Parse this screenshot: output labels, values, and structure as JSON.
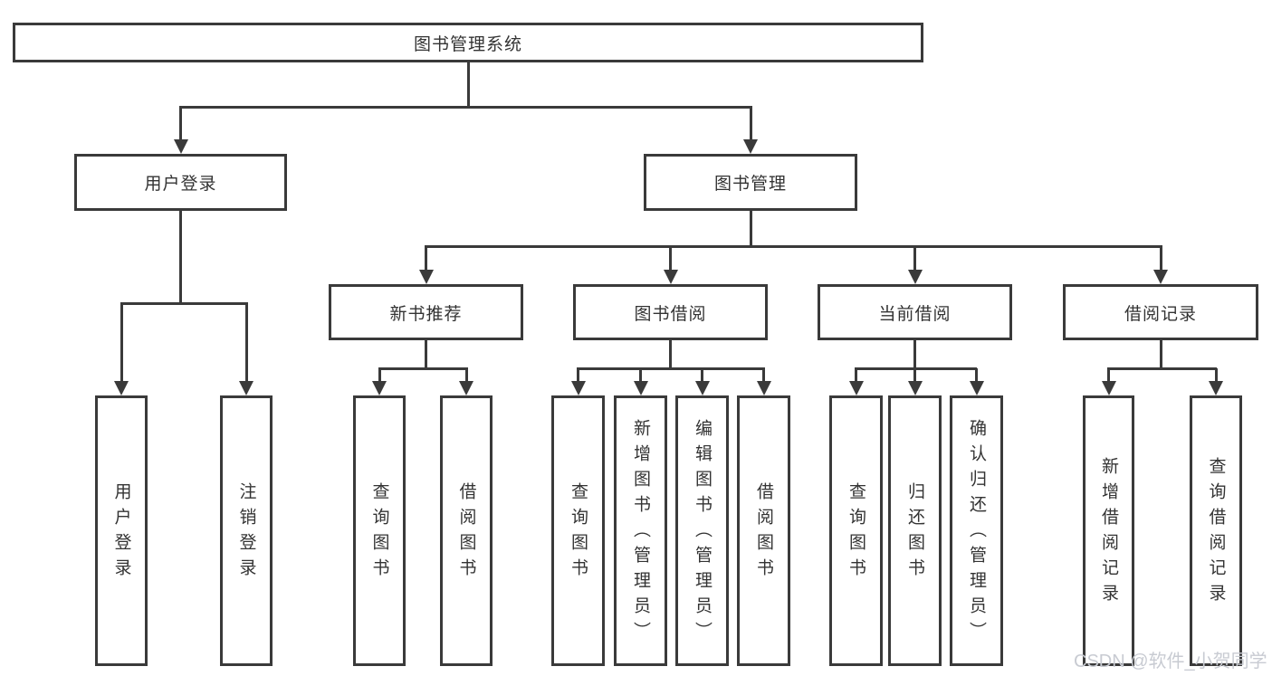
{
  "diagram": {
    "root": {
      "label": "图书管理系统"
    },
    "branches": [
      {
        "label": "用户登录",
        "children": [
          {
            "label": "用户登录"
          },
          {
            "label": "注销登录"
          }
        ]
      },
      {
        "label": "图书管理",
        "children": [
          {
            "label": "新书推荐",
            "children": [
              {
                "label": "查询图书"
              },
              {
                "label": "借阅图书"
              }
            ]
          },
          {
            "label": "图书借阅",
            "children": [
              {
                "label": "查询图书"
              },
              {
                "label": "新增图书（管理员）"
              },
              {
                "label": "编辑图书（管理员）"
              },
              {
                "label": "借阅图书"
              }
            ]
          },
          {
            "label": "当前借阅",
            "children": [
              {
                "label": "查询图书"
              },
              {
                "label": "归还图书"
              },
              {
                "label": "确认归还（管理员）"
              }
            ]
          },
          {
            "label": "借阅记录",
            "children": [
              {
                "label": "新增借阅记录"
              },
              {
                "label": "查询借阅记录"
              }
            ]
          }
        ]
      }
    ]
  },
  "watermark": "CSDN @软件_小贺同学",
  "colors": {
    "line": "#3a3a3a",
    "text": "#333333",
    "watermark": "#c8cbd2",
    "background": "#ffffff"
  }
}
